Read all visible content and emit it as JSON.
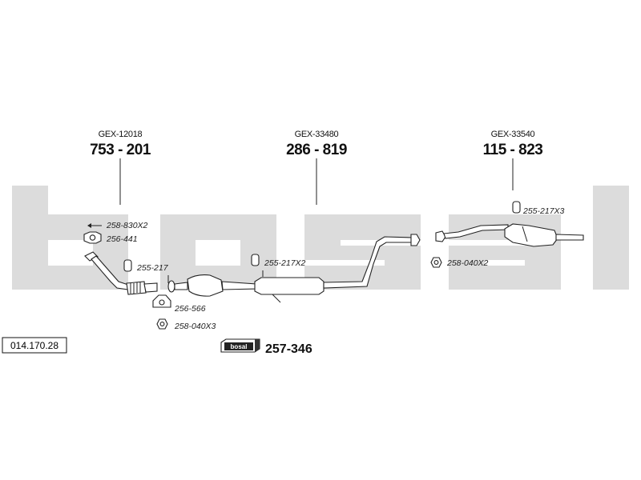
{
  "watermark": "bosal",
  "kit": {
    "badge_text": "bosal",
    "number": "257-346"
  },
  "reference_number": "014.170.28",
  "sections": [
    {
      "code": "GEX-12018",
      "number": "753 - 201"
    },
    {
      "code": "GEX-33480",
      "number": "286 - 819"
    },
    {
      "code": "GEX-33540",
      "number": "115 - 823"
    }
  ],
  "parts": [
    {
      "number": "258-830X2",
      "icon": "bolt-icon"
    },
    {
      "number": "256-441",
      "icon": "gasket-icon"
    },
    {
      "number": "255-217",
      "icon": "rubber-hanger-icon"
    },
    {
      "number": "255-217X2",
      "icon": "rubber-hanger-icon"
    },
    {
      "number": "256-566",
      "icon": "gasket-icon"
    },
    {
      "number": "258-040X3",
      "icon": "nut-icon"
    },
    {
      "number": "255-217X3",
      "icon": "rubber-hanger-icon"
    },
    {
      "number": "258-040X2",
      "icon": "nut-icon"
    }
  ]
}
